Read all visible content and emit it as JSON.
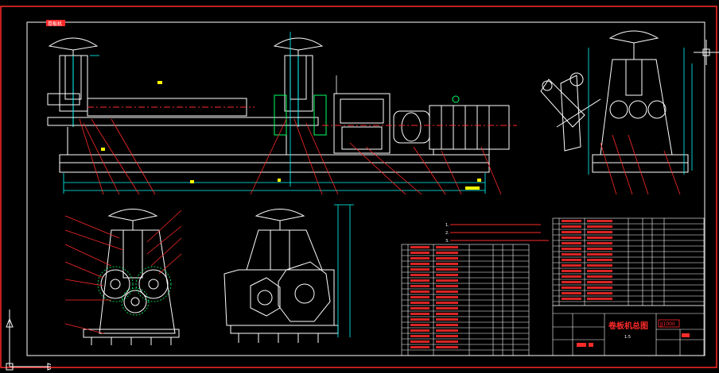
{
  "viewport": {
    "bg": "#000000"
  },
  "colors": {
    "border": "#ff2a2a",
    "white": "#ffffff",
    "cyan": "#00ffff",
    "red": "#ff2a2a",
    "green": "#00ff66",
    "yellow": "#ffff00",
    "gray": "#bfbfbf"
  },
  "titleblock": {
    "drawing_title": "卷板机总图",
    "drawing_no": "JJ1000",
    "scale_label": "1:5"
  },
  "tag_box": "卷板机",
  "notes": {
    "n1": "1.",
    "n2": "2.",
    "n3": "3."
  },
  "icons": {
    "ucs": "ucs-axis-icon",
    "crosshair": "crosshair-cursor-icon"
  }
}
